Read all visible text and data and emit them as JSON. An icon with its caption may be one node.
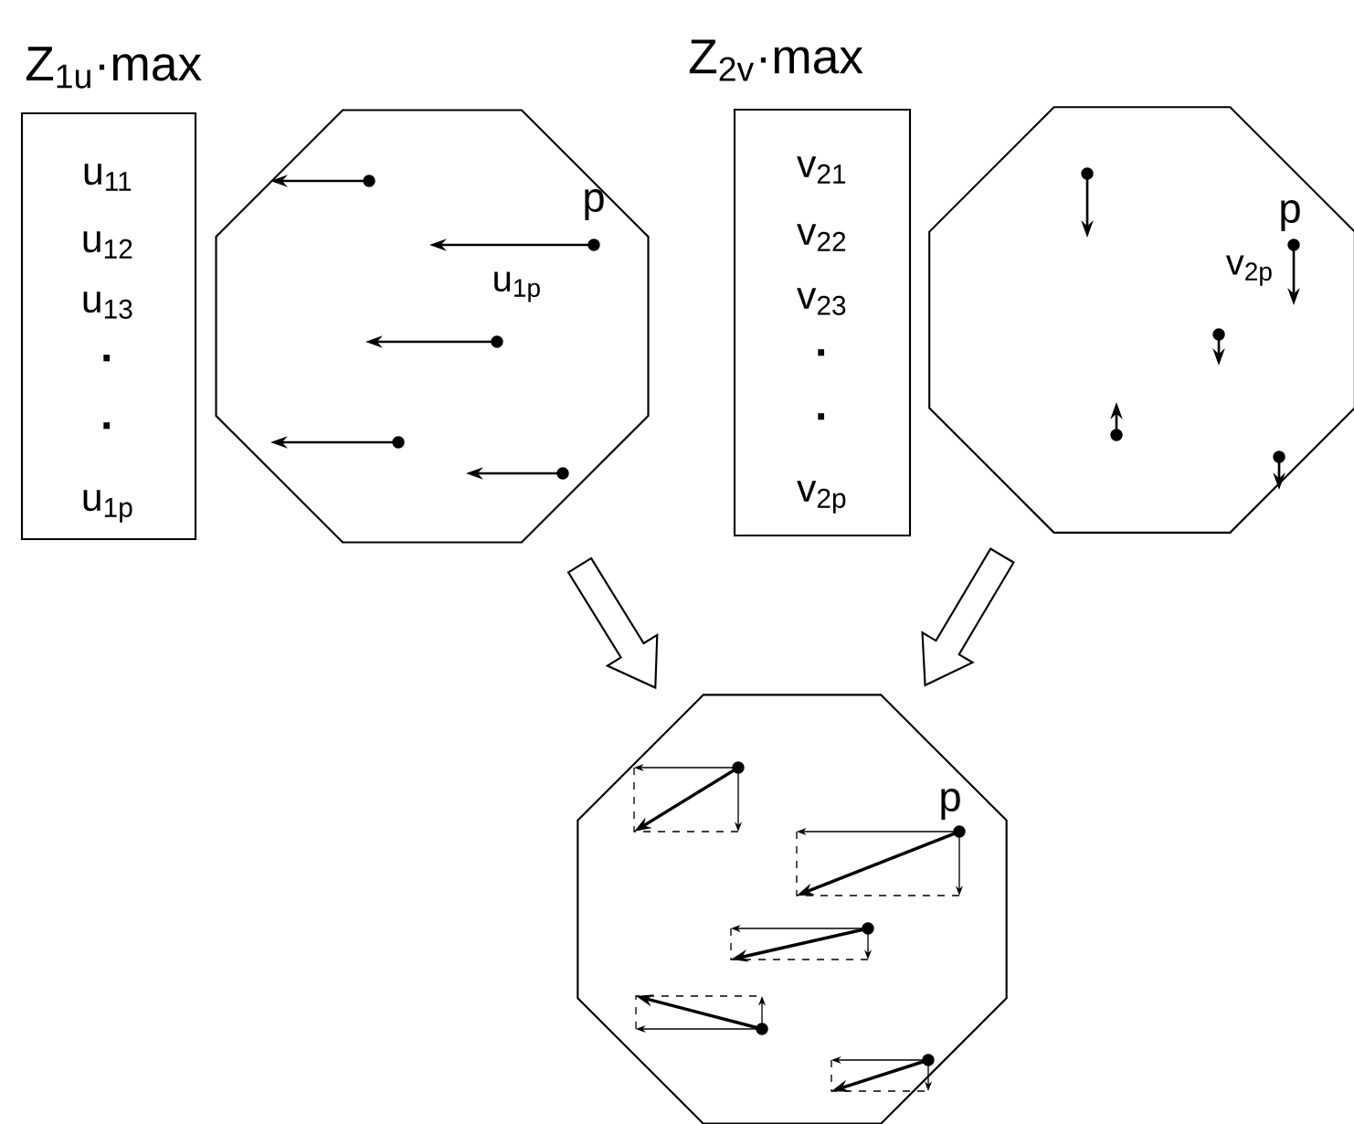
{
  "diagram": {
    "nodes": [
      {
        "text": [
          "u$_{11}$",
          "u$_{12}$",
          "u$_{13}$",
          "·",
          "·",
          "u$_{1p}$"
        ]
      },
      {
        "text": [
          "p",
          "u$_{1p}$"
        ]
      },
      {
        "text": [
          "v$_{21}$",
          "v$_{22}$",
          "v$_{23}$",
          "·",
          "·",
          "v$_{2p}$"
        ]
      },
      {
        "text": [
          "p",
          "v$_{2p}$"
        ]
      },
      {
        "text": [
          "p"
        ]
      }
    ],
    "edges": [
      {
        "from": 1,
        "to": 4,
        "arrow": "to"
      },
      {
        "from": 3,
        "to": 4,
        "arrow": "to"
      }
    ],
    "labels": [
      "Z$_{1u}$·max",
      "Z$_{2v}$·max"
    ]
  }
}
